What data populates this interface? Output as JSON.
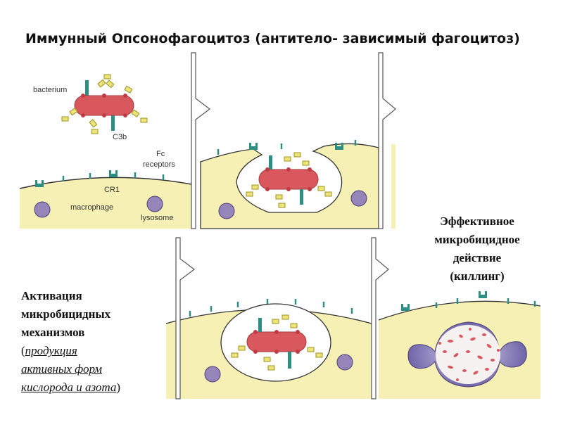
{
  "title": "Иммунный Опсонофагоцитоз (антитело- зависимый фагоцитоз)",
  "labels": {
    "bacterium": "bacterium",
    "c3b": "C3b",
    "fc": "Fc",
    "receptors": "receptors",
    "cr1": "CR1",
    "macrophage": "macrophage",
    "lysosome": "lysosome"
  },
  "right_note": {
    "line1": "Эффективное",
    "line2": "микробицидное",
    "line3": "действие",
    "line4": "(киллинг)"
  },
  "left_note": {
    "line1": "Активация",
    "line2": "микробицидных",
    "line3": "механизмов",
    "open_paren": "(",
    "em1": "продукция",
    "em2": "активных форм",
    "em3": "кислорода и азота",
    "close_paren": ")"
  },
  "colors": {
    "cell": "#f6f0b4",
    "bacterium": "#d9585e",
    "antibody": "#ece47a",
    "receptor": "#2d8f84",
    "lysosome": "#9585b8"
  }
}
